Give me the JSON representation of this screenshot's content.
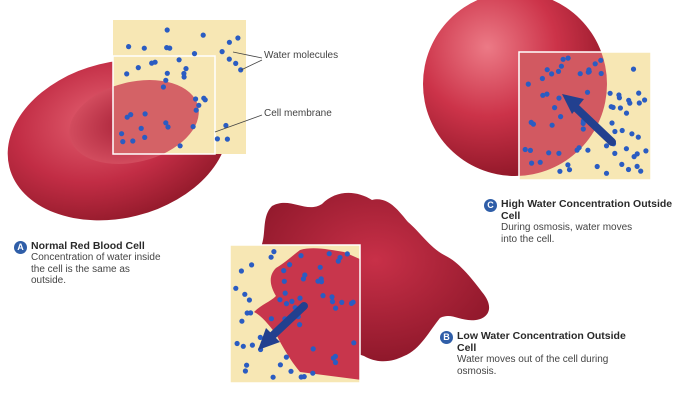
{
  "labels": {
    "water_molecules": "Water molecules",
    "cell_membrane": "Cell membrane"
  },
  "panels": [
    {
      "letter": "A",
      "title": "Normal Red Blood Cell",
      "body": "Concentration of water inside the cell is the same as outside."
    },
    {
      "letter": "B",
      "title": "Low Water Concentration Outside Cell",
      "body": "Water moves out of the cell during osmosis."
    },
    {
      "letter": "C",
      "title": "High Water Concentration Outside Cell",
      "body": "During osmosis, water moves into the cell."
    }
  ],
  "colors": {
    "cell": "#b8243a",
    "cell_highlight": "#e45a6a",
    "fluid": "#f7e7b4",
    "molecule": "#2a5cc2",
    "arrow": "#22408f"
  }
}
